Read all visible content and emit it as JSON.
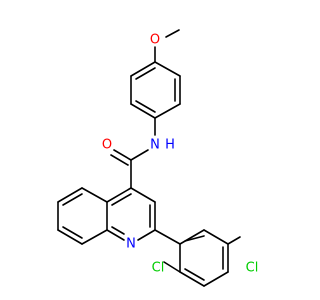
{
  "colors": {
    "bond": "#000000",
    "oxygen": "#ff0000",
    "nitrogen": "#0000ff",
    "chlorine": "#00cc00",
    "background": "#ffffff"
  },
  "atom_labels": {
    "methoxy_oxygen": "O",
    "amide_nh": "N",
    "amide_h": "H",
    "carbonyl_oxygen": "O",
    "ring_nitrogen": "N",
    "chlorine_ortho": "Cl",
    "chlorine_para": "Cl"
  }
}
